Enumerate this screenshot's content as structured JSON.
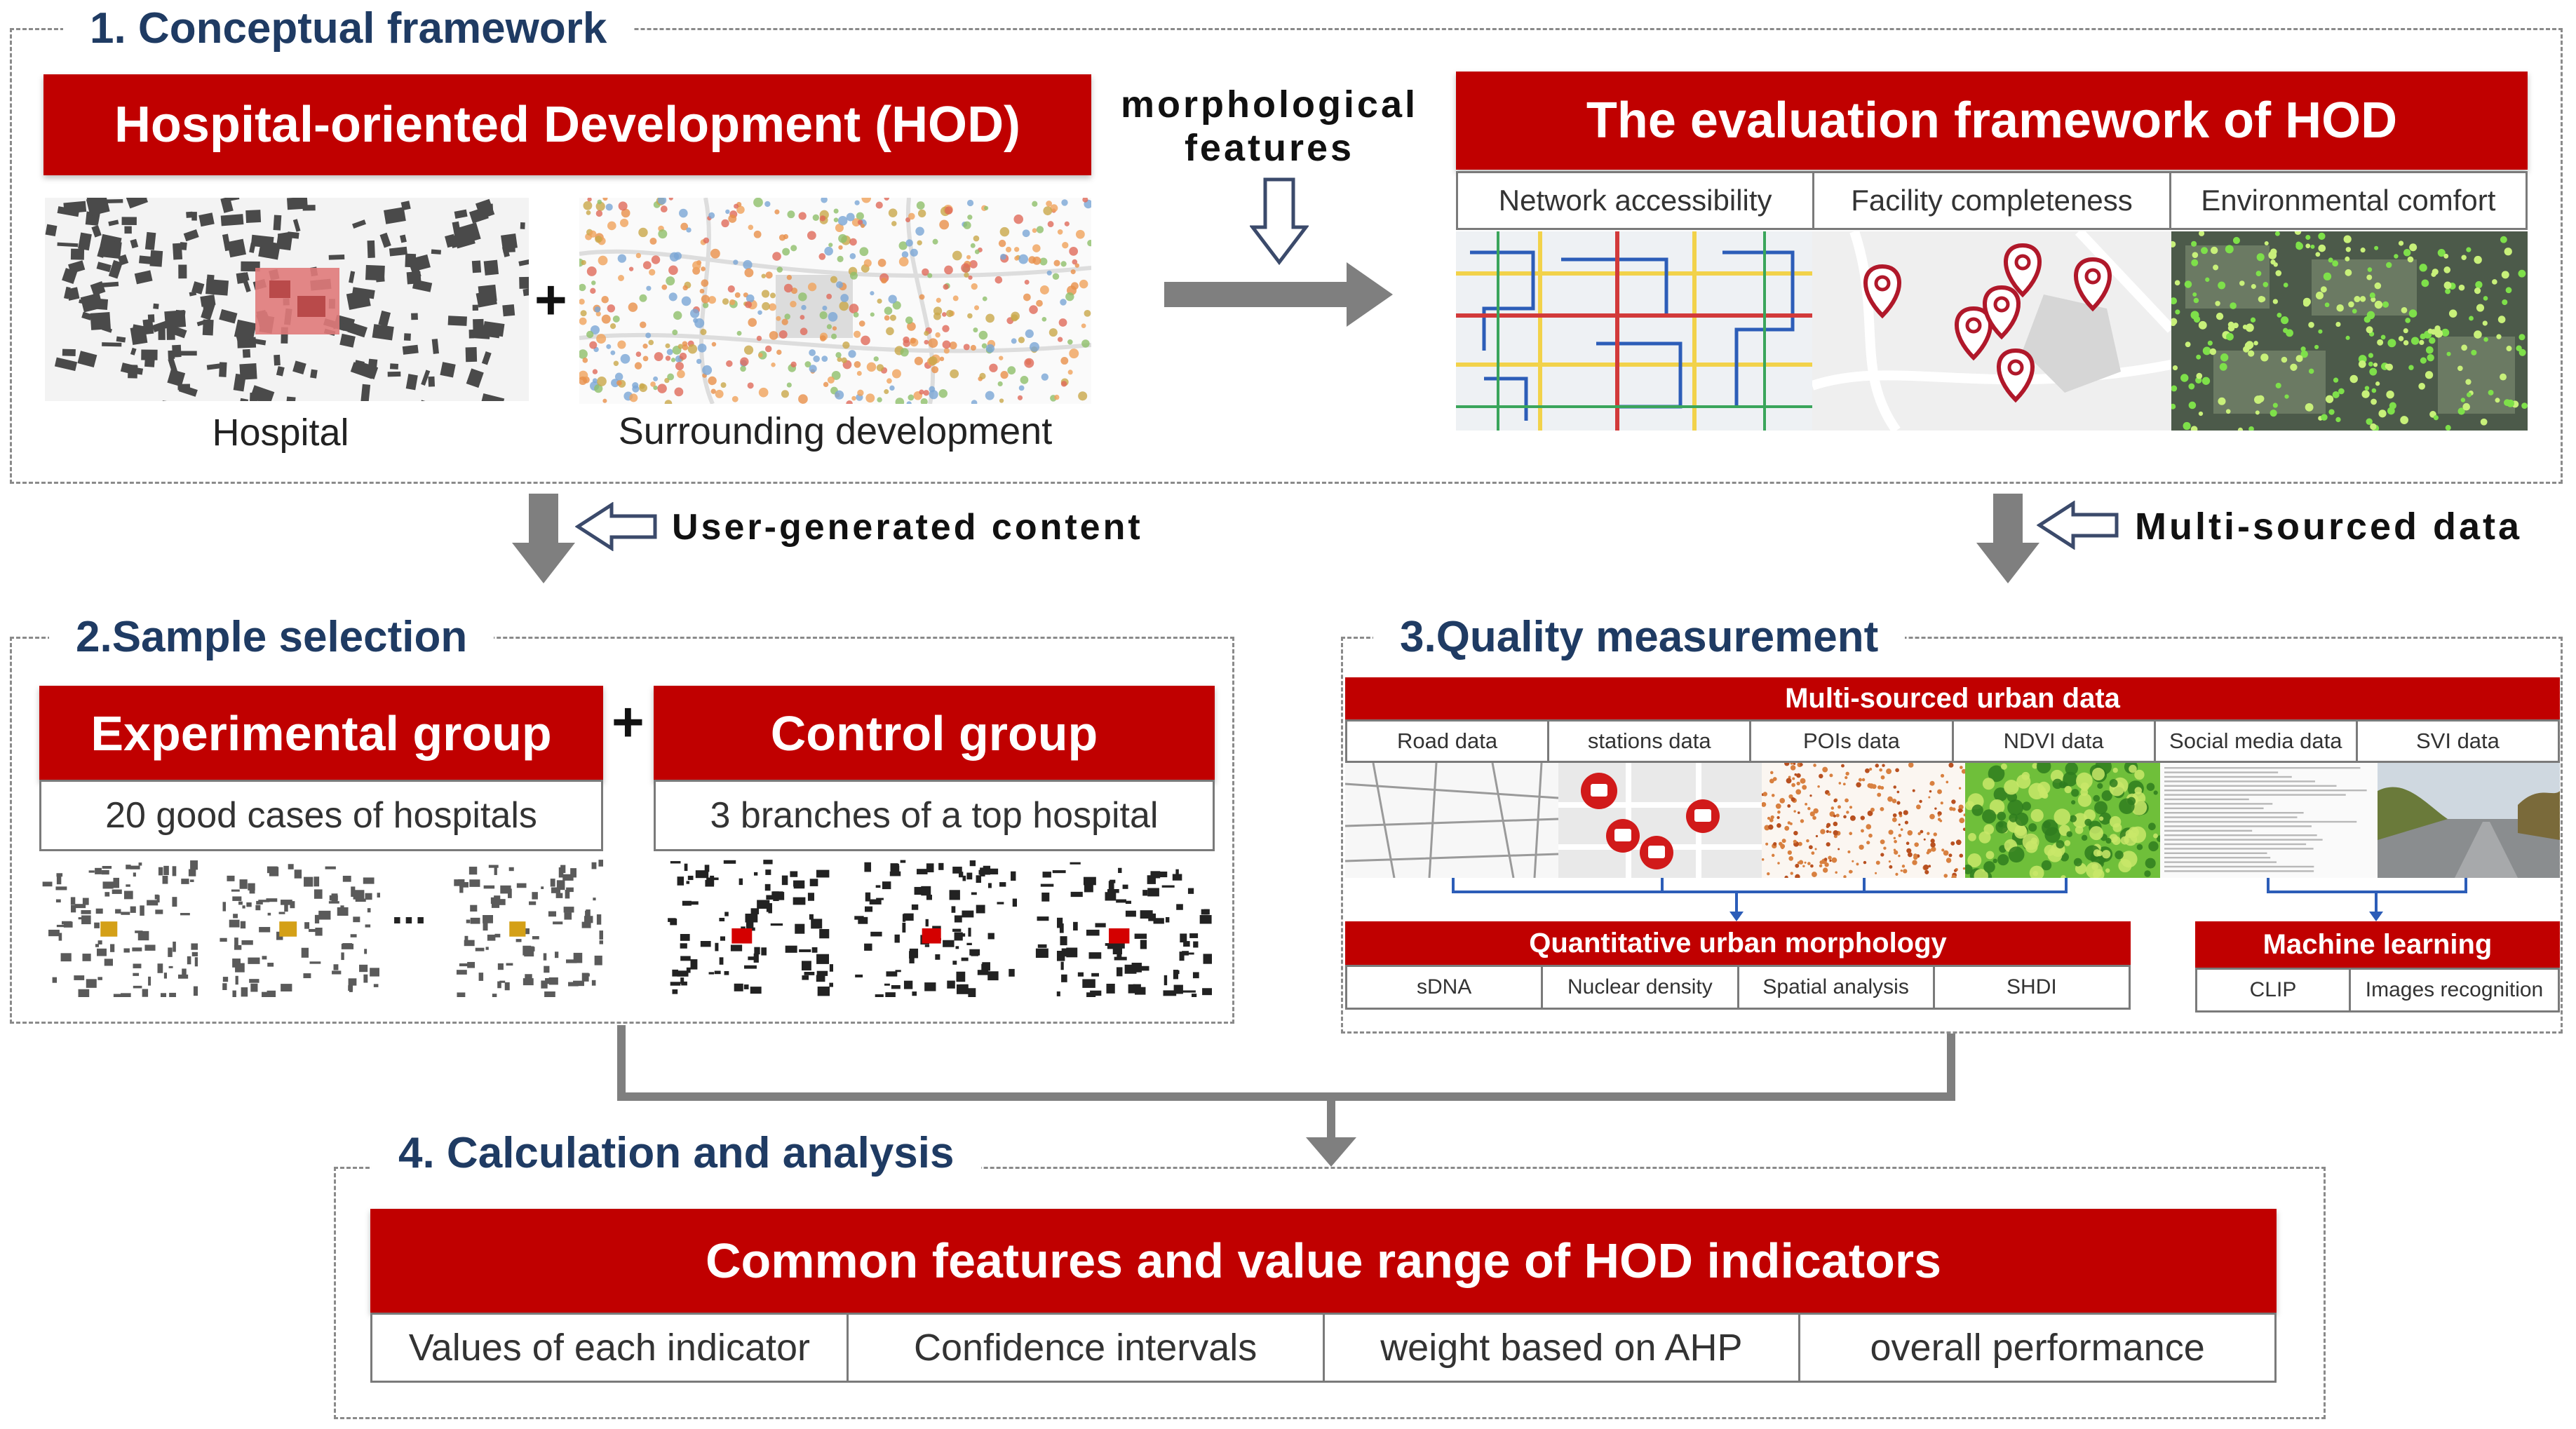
{
  "section1": {
    "title": "1. Conceptual framework",
    "hod_banner": "Hospital-oriented Development (HOD)",
    "hospital_label": "Hospital",
    "surrounding_label": "Surrounding development",
    "plus": "+",
    "morph_line1": "morphological",
    "morph_line2": "features",
    "eval_banner": "The evaluation framework of HOD",
    "eval_columns": [
      "Network accessibility",
      "Facility completeness",
      "Environmental comfort"
    ]
  },
  "flow": {
    "ugc_label": "User-generated content",
    "msd_label": "Multi-sourced data"
  },
  "section2": {
    "title": "2.Sample selection",
    "experimental_banner": "Experimental group",
    "control_banner": "Control group",
    "plus": "+",
    "experimental_sub": "20 good cases of hospitals",
    "control_sub": "3 branches of a top hospital",
    "ellipsis": "..."
  },
  "section3": {
    "title": "3.Quality measurement",
    "urban_banner": "Multi-sourced urban data",
    "data_columns": [
      "Road data",
      "stations data",
      "POIs data",
      "NDVI data",
      "Social media data",
      "SVI data"
    ],
    "morphology_banner": "Quantitative urban morphology",
    "morphology_cells": [
      "sDNA",
      "Nuclear density",
      "Spatial analysis",
      "SHDI"
    ],
    "ml_banner": "Machine learning",
    "ml_cells": [
      "CLIP",
      "Images recognition"
    ]
  },
  "section4": {
    "title": "4. Calculation and analysis",
    "banner": "Common features and value range of HOD indicators",
    "cells": [
      "Values of each indicator",
      "Confidence intervals",
      "weight based on AHP",
      "overall performance"
    ]
  },
  "colors": {
    "brand_red": "#c00000",
    "title_navy": "#1f3b63",
    "arrow_gray": "#7f7f7f",
    "dash_gray": "#8a8a8a"
  }
}
